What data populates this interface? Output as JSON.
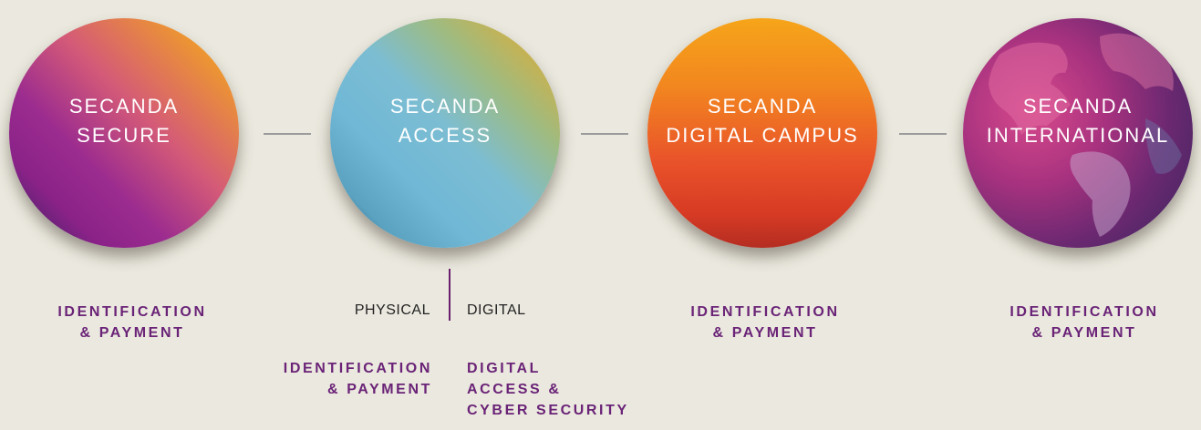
{
  "circles": [
    {
      "line1": "SECANDA",
      "line2": "SECURE"
    },
    {
      "line1": "SECANDA",
      "line2": "ACCESS"
    },
    {
      "line1": "SECANDA",
      "line2": "DIGITAL CAMPUS"
    },
    {
      "line1": "SECANDA",
      "line2": "INTERNATIONAL"
    }
  ],
  "access_split": {
    "left": "PHYSICAL",
    "right": "DIGITAL"
  },
  "labels": {
    "secure": {
      "line1": "IDENTIFICATION",
      "line2": "& PAYMENT"
    },
    "physical": {
      "line1": "IDENTIFICATION",
      "line2": "& PAYMENT"
    },
    "digital": {
      "line1": "DIGITAL",
      "line2": "ACCESS &",
      "line3": "CYBER SECURITY"
    },
    "campus": {
      "line1": "IDENTIFICATION",
      "line2": "& PAYMENT"
    },
    "international": {
      "line1": "IDENTIFICATION",
      "line2": "& PAYMENT"
    }
  },
  "colors": {
    "background": "#ebe9df",
    "label": "#6a2377",
    "connector": "#9b9b9b"
  }
}
